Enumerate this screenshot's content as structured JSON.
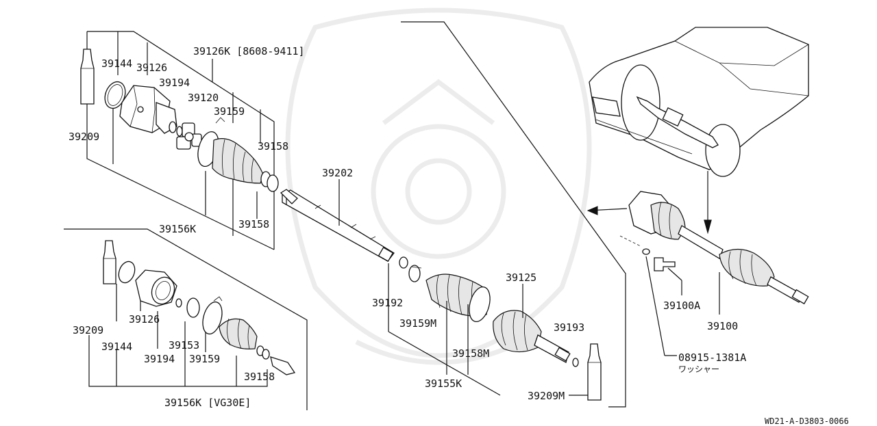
{
  "diagram_code": "WD21-A-D3803-0066",
  "labels": {
    "p39126k_1": "39126K [8608-9411]",
    "p39144_1": "39144",
    "p39126_1": "39126",
    "p39194_1": "39194",
    "p39120": "39120",
    "p39159_1": "39159",
    "p39209_1": "39209",
    "p39158_1": "39158",
    "p39158_2": "39158",
    "p39156k_1": "39156K",
    "p39202": "39202",
    "p39192": "39192",
    "p39159m": "39159M",
    "p39158m": "39158M",
    "p39155k": "39155K",
    "p39125": "39125",
    "p39193": "39193",
    "p39209m": "39209M",
    "p39100a": "39100A",
    "p39100": "39100",
    "p08915": "08915-1381A",
    "washer": "ワッシャー",
    "p39209_2": "39209",
    "p39144_2": "39144",
    "p39126_2": "39126",
    "p39194_2": "39194",
    "p39153": "39153",
    "p39159_2": "39159",
    "p39158_3": "39158",
    "p39156k_2": "39156K [VG30E]"
  }
}
